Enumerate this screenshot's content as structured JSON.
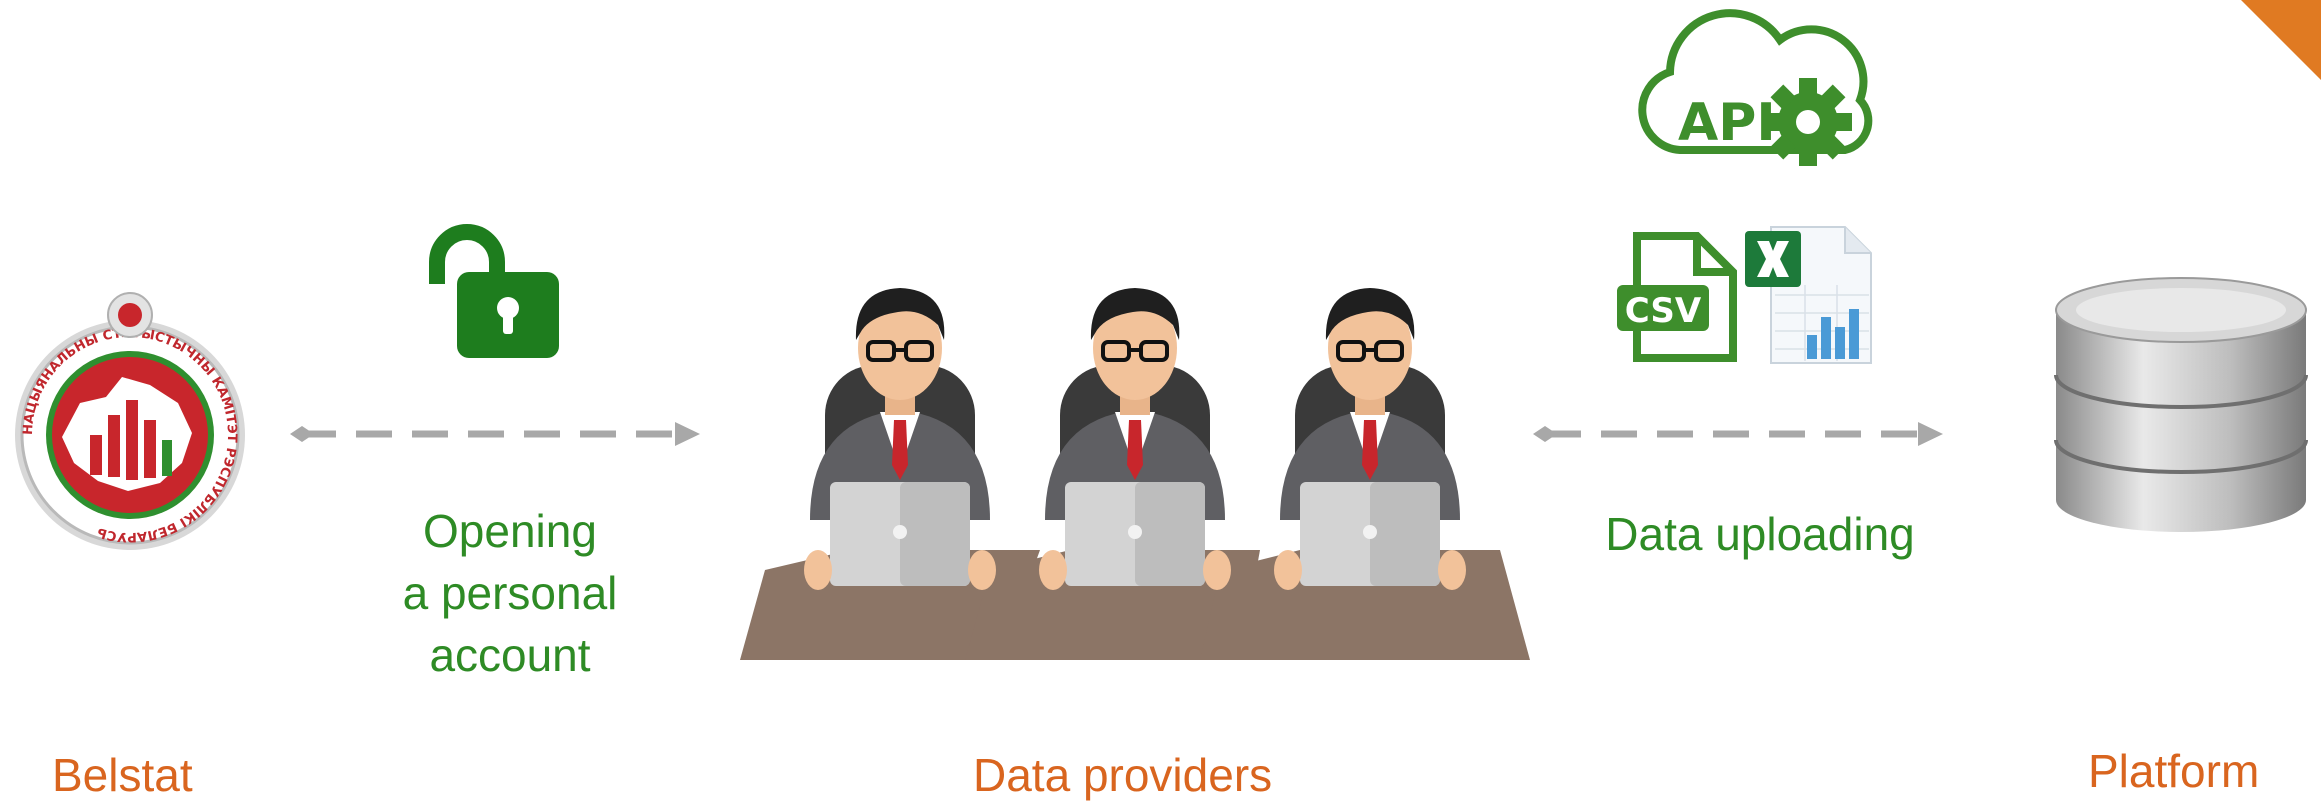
{
  "nodes": {
    "belstat": {
      "label": "Belstat",
      "emblem_ring_text": "НАЦЫЯНАЛЬНЫ СТАТЫСТЫЧНЫ КАМІТЭТ РЭСПУБЛІКІ БЕЛАРУСЬ"
    },
    "providers": {
      "label": "Data providers"
    },
    "platform": {
      "label": "Platform"
    }
  },
  "edges": {
    "left": {
      "line1": "Opening",
      "line2": "a personal",
      "line3": "account"
    },
    "right": {
      "label": "Data uploading"
    }
  },
  "icons": {
    "api_text": "API",
    "csv_text": "CSV"
  },
  "colors": {
    "orange": "#D9651F",
    "green": "#2E8B25",
    "arrow_gray": "#A8A8A8"
  }
}
